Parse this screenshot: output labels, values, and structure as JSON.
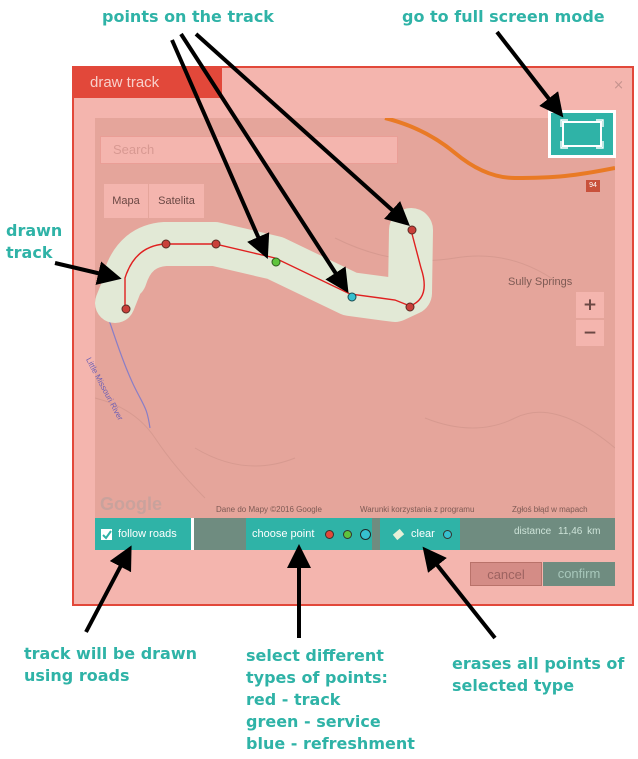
{
  "annotations": {
    "points_on_track": "points on the track",
    "full_screen": "go to full screen mode",
    "drawn_track_1": "drawn",
    "drawn_track_2": "track",
    "follow_roads_help_1": "track will be drawn",
    "follow_roads_help_2": "using roads",
    "point_types_1": "select different",
    "point_types_2": "types of points:",
    "point_types_3": "red - track",
    "point_types_4": "green - service",
    "point_types_5": "blue - refreshment",
    "erase_help_1": "erases all points of",
    "erase_help_2": "selected type"
  },
  "dialog": {
    "title": "draw track",
    "close_glyph": "×"
  },
  "map": {
    "search_placeholder": "Search",
    "type_map": "Mapa",
    "type_satellite": "Satelita",
    "zoom_in": "+",
    "zoom_out": "−",
    "place": "Sully Springs",
    "river": "Little Missouri River",
    "highway": "94",
    "logo": "Google",
    "attribution": "Dane do Mapy ©2016 Google",
    "terms": "Warunki korzystania z programu",
    "report": "Zgłoś błąd w mapach"
  },
  "toolbar": {
    "follow_roads": "follow roads",
    "follow_roads_checked": true,
    "choose_point": "choose point",
    "clear": "clear",
    "distance_label": "distance",
    "distance_value": "11,46",
    "distance_unit": "km",
    "point_colors": {
      "track": "#e2483a",
      "service": "#5ec43c",
      "refreshment": "#36c0cf"
    }
  },
  "actions": {
    "cancel": "cancel",
    "confirm": "confirm"
  },
  "colors": {
    "accent": "#2fb3a7",
    "dialog_border": "#e2483a",
    "track_line": "#e02020",
    "arrow": "#000000"
  }
}
